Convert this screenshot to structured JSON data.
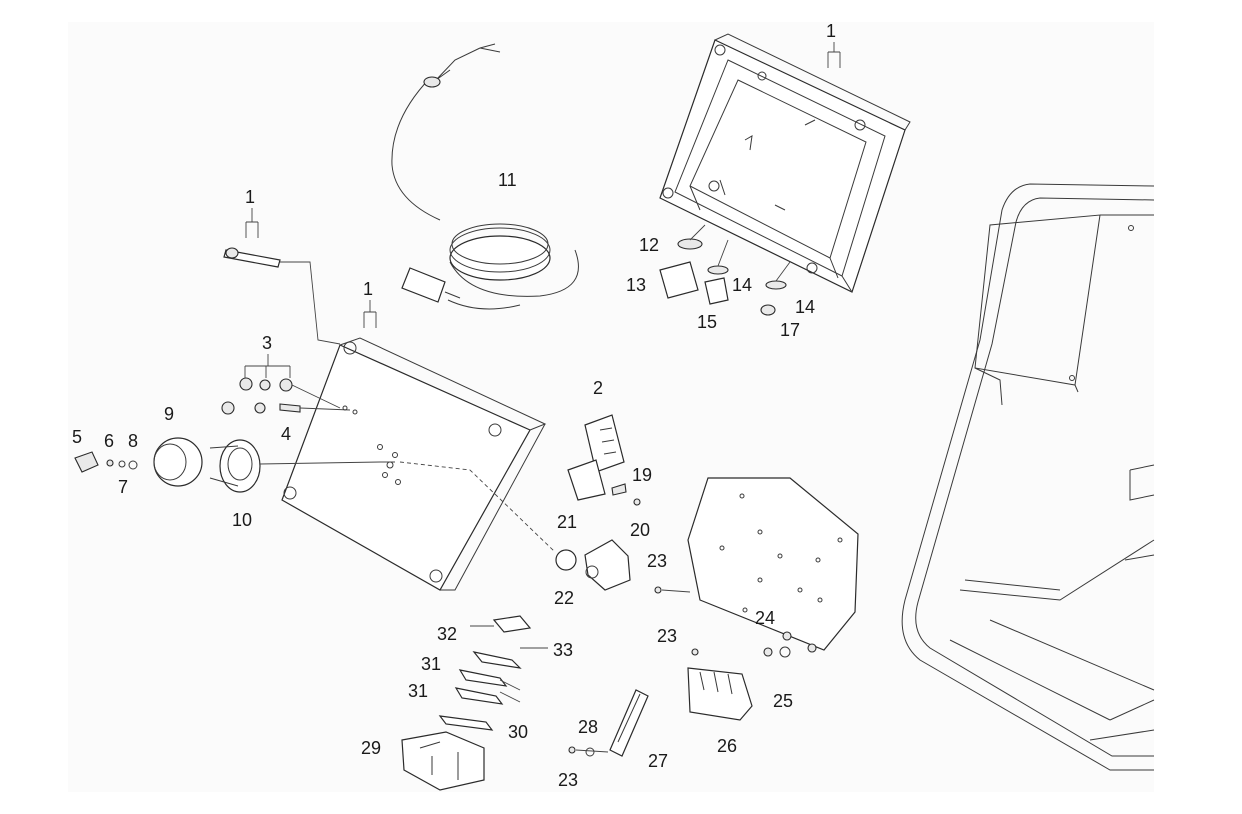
{
  "callouts": [
    "1",
    "1",
    "1",
    "2",
    "3",
    "4",
    "5",
    "6",
    "7",
    "8",
    "9",
    "10",
    "11",
    "12",
    "13",
    "14",
    "14",
    "15",
    "17",
    "19",
    "20",
    "21",
    "22",
    "23",
    "23",
    "23",
    "24",
    "25",
    "26",
    "27",
    "28",
    "29",
    "30",
    "31",
    "31",
    "32",
    "33"
  ],
  "colors": {
    "line": "#2b2b2b",
    "fill": "#ffffff",
    "shade": "#e9e9e9",
    "background": "#fbfbfb"
  }
}
